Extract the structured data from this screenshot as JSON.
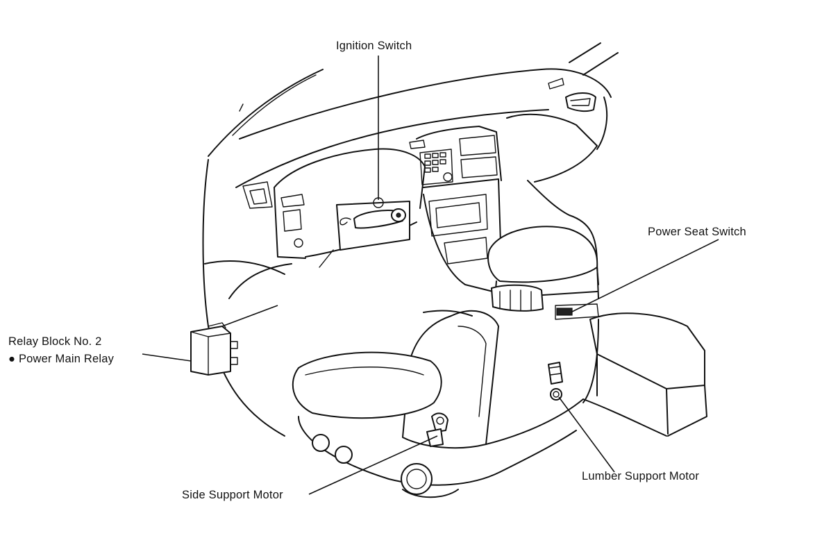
{
  "labels": {
    "ignition_switch": "Ignition Switch",
    "power_seat_switch": "Power Seat Switch",
    "relay_block_line1": "Relay Block No. 2",
    "relay_block_line2": "● Power Main Relay",
    "side_support_motor": "Side Support Motor",
    "lumber_support_motor": "Lumber Support Motor"
  },
  "colors": {
    "line": "#111111",
    "background": "#ffffff"
  }
}
